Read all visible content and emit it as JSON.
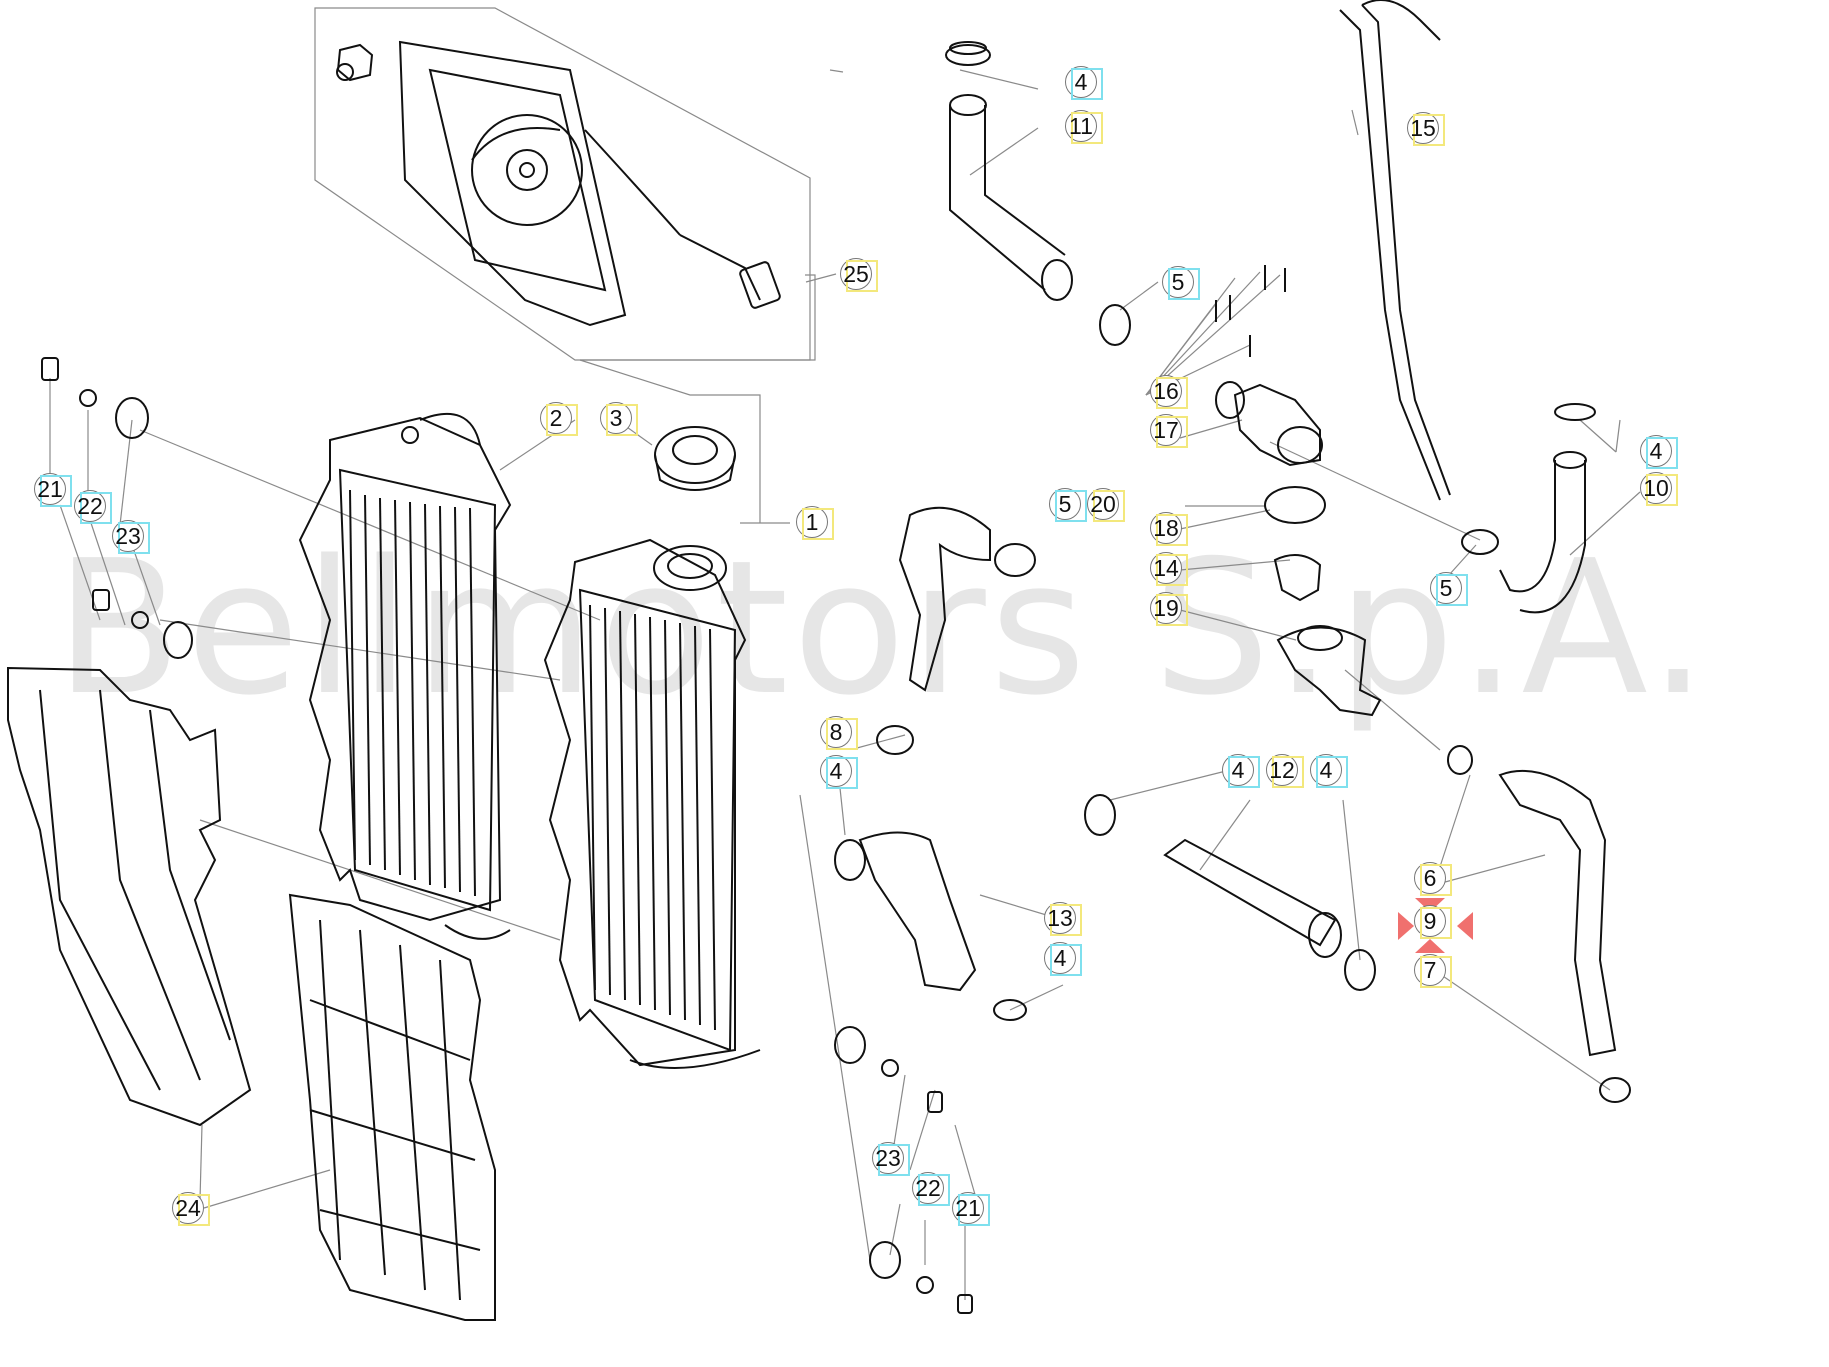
{
  "watermark": "Bellmotors S.p.A.",
  "colors": {
    "line": "#111111",
    "leader": "#8a8a8a",
    "tag_yellow": "#f3e87c",
    "tag_blue": "#7fe0ee",
    "selected_marker": "#f0706e"
  },
  "selected_part": "9",
  "callouts": [
    {
      "label": "25",
      "tag": "yellow"
    },
    {
      "label": "4",
      "tag": "blue"
    },
    {
      "label": "11",
      "tag": "yellow"
    },
    {
      "label": "15",
      "tag": "yellow"
    },
    {
      "label": "5",
      "tag": "blue"
    },
    {
      "label": "16",
      "tag": "yellow"
    },
    {
      "label": "17",
      "tag": "yellow"
    },
    {
      "label": "4",
      "tag": "blue"
    },
    {
      "label": "10",
      "tag": "yellow"
    },
    {
      "label": "2",
      "tag": "yellow"
    },
    {
      "label": "3",
      "tag": "yellow"
    },
    {
      "label": "1",
      "tag": "yellow"
    },
    {
      "label": "5",
      "tag": "blue"
    },
    {
      "label": "20",
      "tag": "yellow"
    },
    {
      "label": "18",
      "tag": "yellow"
    },
    {
      "label": "14",
      "tag": "yellow"
    },
    {
      "label": "19",
      "tag": "yellow"
    },
    {
      "label": "5",
      "tag": "blue"
    },
    {
      "label": "21",
      "tag": "blue"
    },
    {
      "label": "22",
      "tag": "blue"
    },
    {
      "label": "23",
      "tag": "blue"
    },
    {
      "label": "8",
      "tag": "yellow"
    },
    {
      "label": "4",
      "tag": "blue"
    },
    {
      "label": "4",
      "tag": "blue"
    },
    {
      "label": "12",
      "tag": "yellow"
    },
    {
      "label": "4",
      "tag": "blue"
    },
    {
      "label": "6",
      "tag": "yellow"
    },
    {
      "label": "9",
      "tag": "yellow"
    },
    {
      "label": "7",
      "tag": "yellow"
    },
    {
      "label": "13",
      "tag": "yellow"
    },
    {
      "label": "4",
      "tag": "blue"
    },
    {
      "label": "23",
      "tag": "blue"
    },
    {
      "label": "22",
      "tag": "blue"
    },
    {
      "label": "21",
      "tag": "blue"
    },
    {
      "label": "24",
      "tag": "yellow"
    }
  ]
}
